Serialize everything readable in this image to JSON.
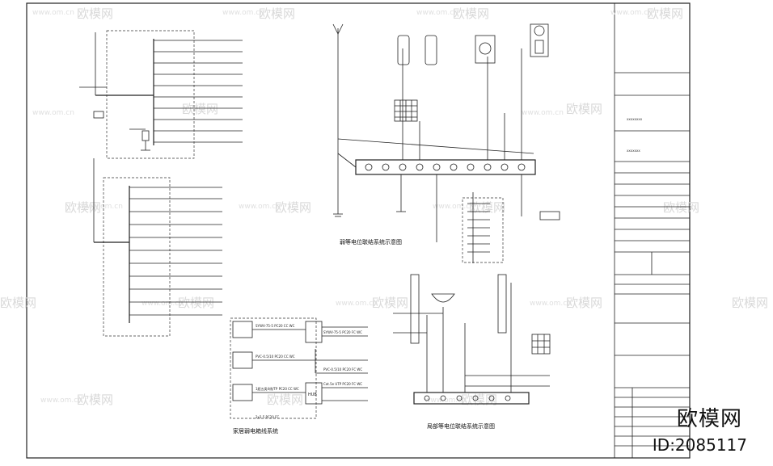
{
  "watermark": {
    "brand": "欧模网",
    "site": "www.om.cn"
  },
  "corner": {
    "brand": "欧模网",
    "id": "ID:2085117"
  },
  "diagrams": {
    "weak_current_title": "弱等电位联结系统示意图",
    "bathroom_title": "局部等电位联结系统示意图",
    "home_title": "家居弱电箱线系统"
  },
  "home_labels": {
    "cable1": "SYWV-75-5  PC20  CC WC",
    "cable2": "SYWV-75-5  PC20  FC WC",
    "cable3": "PVC-0.5/10  PC20  CC WC",
    "cable4": "PVC-0.5/10  PC20  FC WC",
    "cable5": "1超五类4线/TP  PC20  CC WC",
    "cable6": "Cat.5e  UTP  PC20  FC WC",
    "cable7": "2x2.5  PC20  FC",
    "hub": "HUB"
  },
  "title_block": {
    "client": "XXXXXXXX",
    "project": "XXXXXXX"
  }
}
